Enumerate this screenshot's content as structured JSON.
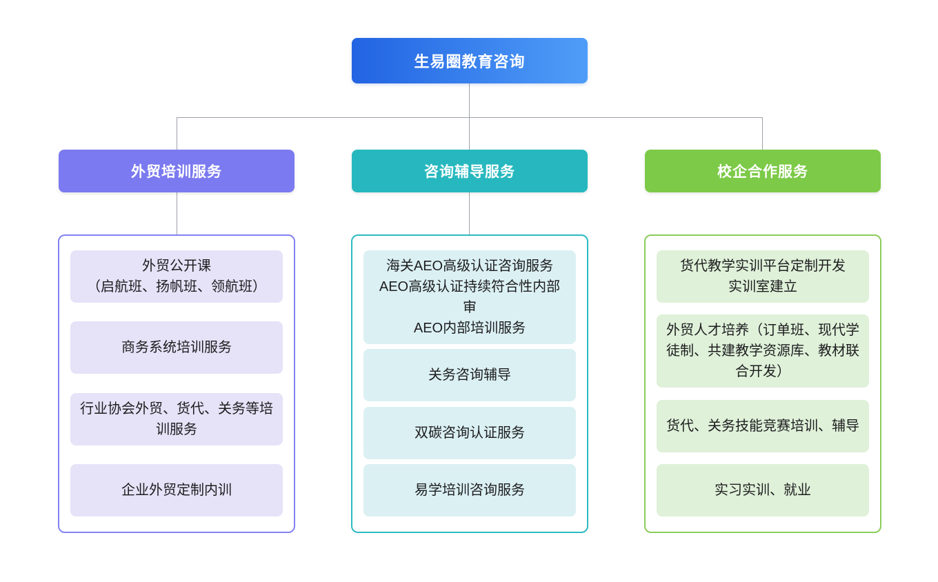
{
  "root": {
    "label": "生易圈教育咨询"
  },
  "colors": {
    "root_gradient_from": "#2264e2",
    "root_gradient_to": "#4f9df8",
    "branch1_accent": "#7b7af0",
    "branch2_accent": "#27b8bf",
    "branch3_accent": "#7cca47",
    "branch1_item_bg": "#e6e3f8",
    "branch2_item_bg": "#dbf0f3",
    "branch3_item_bg": "#dff1d9",
    "connector": "#9ba1a9"
  },
  "branches": [
    {
      "label": "外贸培训服务",
      "items": [
        {
          "text": "外贸公开课\n（启航班、扬帆班、领航班）"
        },
        {
          "text": "商务系统培训服务"
        },
        {
          "text": "行业协会外贸、货代、关务等培训服务"
        },
        {
          "text": "企业外贸定制内训"
        }
      ]
    },
    {
      "label": "咨询辅导服务",
      "items": [
        {
          "text": "海关AEO高级认证咨询服务\nAEO高级认证持续符合性内部审\nAEO内部培训服务"
        },
        {
          "text": "关务咨询辅导"
        },
        {
          "text": "双碳咨询认证服务"
        },
        {
          "text": "易学培训咨询服务"
        }
      ]
    },
    {
      "label": "校企合作服务",
      "items": [
        {
          "text": "货代教学实训平台定制开发\n实训室建立"
        },
        {
          "text": "外贸人才培养（订单班、现代学徒制、共建教学资源库、教材联合开发）"
        },
        {
          "text": "货代、关务技能竞赛培训、辅导"
        },
        {
          "text": "实习实训、就业"
        }
      ]
    }
  ]
}
